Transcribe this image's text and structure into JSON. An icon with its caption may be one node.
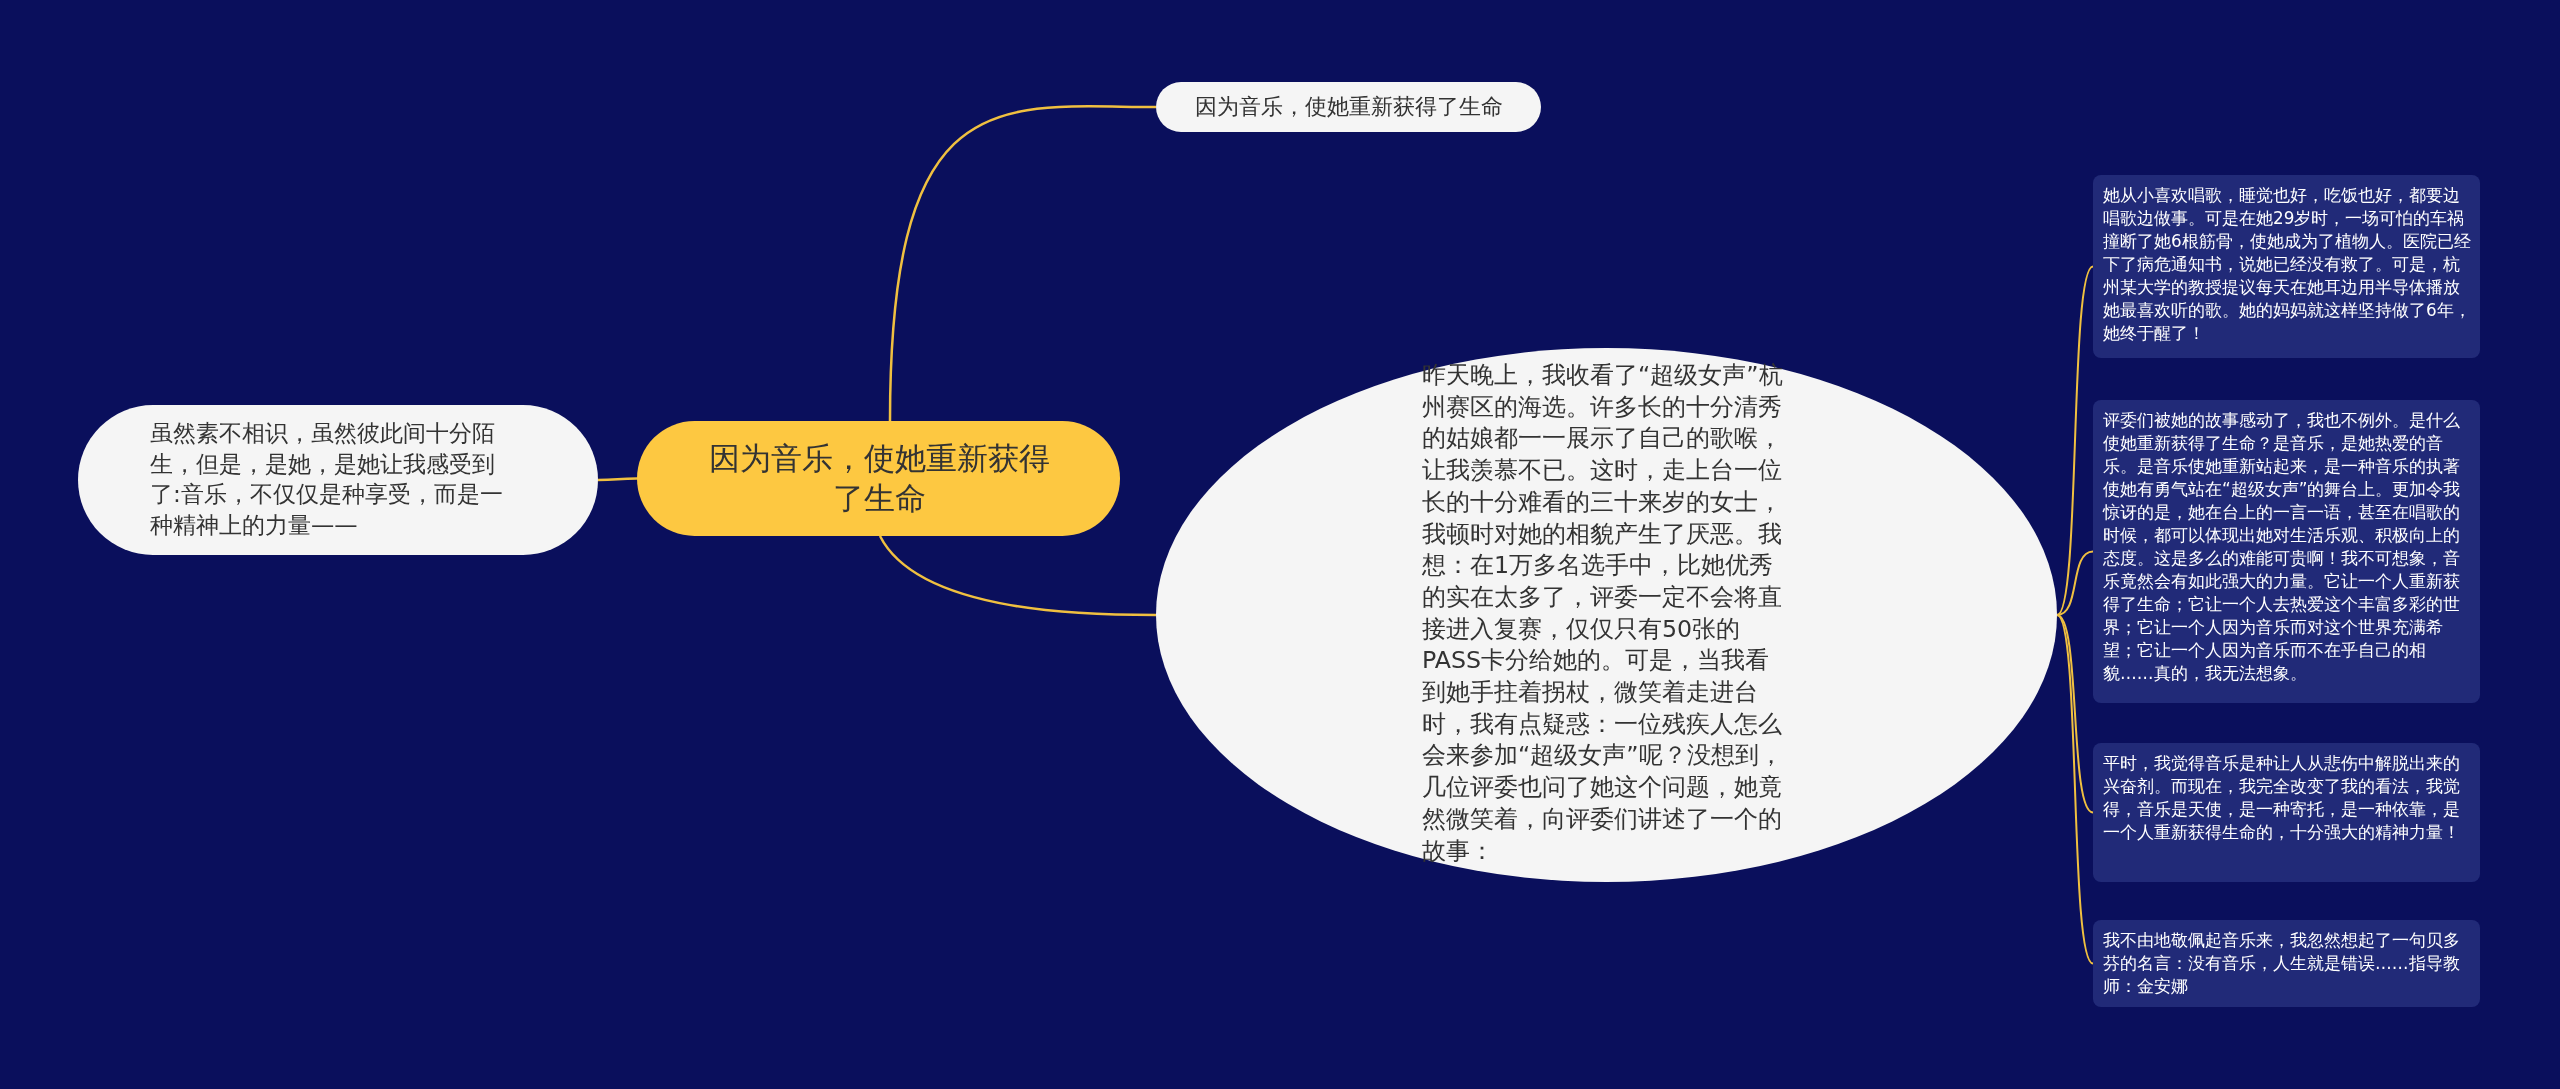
{
  "diagram": {
    "nodes": [
      {
        "text": [
          "因为音乐，使她重新获得了生命"
        ]
      },
      {
        "text": [
          "因为音乐，使她重新获得了生命"
        ]
      },
      {
        "text": [
          "虽然素不相识，虽然彼此间十分陌生，但是，是她，是她让我感受到了:音乐，不仅仅是种享受，而是一种精神上的力量——"
        ]
      },
      {
        "text": [
          "昨天晚上，我收看了“超级女声”杭州赛区的海选。许多长的十分清秀的姑娘都一一展示了自己的歌喉，让我羡慕不已。这时，走上台一位长的十分难看的三十来岁的女士，我顿时对她的相貌产生了厌恶。我想：在1万多名选手中，比她优秀的实在太多了，评委一定不会将直接进入复赛，仅仅只有50张的PASS卡分给她的。可是，当我看到她手拄着拐杖，微笑着走进台时，我有点疑惑：一位残疾人怎么会来参加“超级女声”呢？没想到，几位评委也问了她这个问题，她竟然微笑着，向评委们讲述了一个的故事："
        ]
      },
      {
        "text": [
          "她从小喜欢唱歌，睡觉也好，吃饭也好，都要边唱歌边做事。可是在她29岁时，一场可怕的车祸撞断了她6根筋骨，使她成为了植物人。医院已经下了病危通知书，说她已经没有救了。可是，杭州某大学的教授提议每天在她耳边用半导体播放她最喜欢听的歌。她的妈妈就这样坚持做了6年，她终于醒了！"
        ]
      },
      {
        "text": [
          "评委们被她的故事感动了，我也不例外。是什么使她重新获得了生命？是音乐，是她热爱的音乐。是音乐使她重新站起来，是一种音乐的执著使她有勇气站在“超级女声”的舞台上。更加令我惊讶的是，她在台上的一言一语，甚至在唱歌的时候，都可以体现出她对生活乐观、积极向上的态度。这是多么的难能可贵啊！我不可想象，音乐竟然会有如此强大的力量。它让一个人重新获得了生命；它让一个人去热爱这个丰富多彩的世界；它让一个人因为音乐而对这个世界充满希望；它让一个人因为音乐而不在乎自己的相貌……真的，我无法想象。"
        ]
      },
      {
        "text": [
          "平时，我觉得音乐是种让人从悲伤中解脱出来的兴奋剂。而现在，我完全改变了我的看法，我觉得，音乐是天使，是一种寄托，是一种依靠，是一个人重新获得生命的，十分强大的精神力量！"
        ]
      },
      {
        "text": [
          "我不由地敬佩起音乐来，我忽然想起了一句贝多芬的名言：没有音乐，人生就是错误……指导教师：金安娜"
        ]
      }
    ],
    "edges": [
      {
        "from": 0,
        "to": 1,
        "arrow": "none"
      },
      {
        "from": 0,
        "to": 2,
        "arrow": "none"
      },
      {
        "from": 0,
        "to": 3,
        "arrow": "none"
      },
      {
        "from": 3,
        "to": 4,
        "arrow": "none"
      },
      {
        "from": 3,
        "to": 5,
        "arrow": "none"
      },
      {
        "from": 3,
        "to": 6,
        "arrow": "none"
      },
      {
        "from": 3,
        "to": 7,
        "arrow": "none"
      }
    ]
  }
}
